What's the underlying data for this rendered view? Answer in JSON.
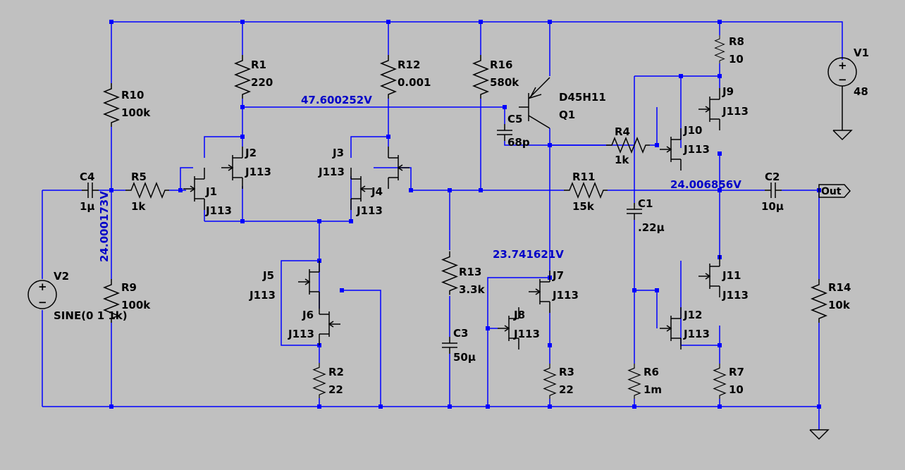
{
  "colors": {
    "background": "#c0c0c0",
    "wire": "#0000ff",
    "component": "#000000",
    "voltage_label": "#0000c8"
  },
  "components": {
    "R1": {
      "ref": "R1",
      "value": "220"
    },
    "R2": {
      "ref": "R2",
      "value": "22"
    },
    "R3": {
      "ref": "R3",
      "value": "22"
    },
    "R4": {
      "ref": "R4",
      "value": "1k"
    },
    "R5": {
      "ref": "R5",
      "value": "1k"
    },
    "R6": {
      "ref": "R6",
      "value": "1m"
    },
    "R7": {
      "ref": "R7",
      "value": "10"
    },
    "R8": {
      "ref": "R8",
      "value": "10"
    },
    "R9": {
      "ref": "R9",
      "value": "100k"
    },
    "R10": {
      "ref": "R10",
      "value": "100k"
    },
    "R11": {
      "ref": "R11",
      "value": "15k"
    },
    "R12": {
      "ref": "R12",
      "value": "0.001"
    },
    "R13": {
      "ref": "R13",
      "value": "3.3k"
    },
    "R14": {
      "ref": "R14",
      "value": "10k"
    },
    "R16": {
      "ref": "R16",
      "value": "580k"
    },
    "C1": {
      "ref": "C1",
      "value": ".22µ"
    },
    "C2": {
      "ref": "C2",
      "value": "10µ"
    },
    "C3": {
      "ref": "C3",
      "value": "50µ"
    },
    "C4": {
      "ref": "C4",
      "value": "1µ"
    },
    "C5": {
      "ref": "C5",
      "value": "68p"
    },
    "V1": {
      "ref": "V1",
      "value": "48"
    },
    "V2": {
      "ref": "V2",
      "value": "SINE(0 1 1k)"
    },
    "Q1": {
      "ref": "Q1",
      "value": "D45H11"
    },
    "J1": {
      "ref": "J1",
      "value": "J113"
    },
    "J2": {
      "ref": "J2",
      "value": "J113"
    },
    "J3": {
      "ref": "J3",
      "value": "J113"
    },
    "J4": {
      "ref": "J4",
      "value": "J113"
    },
    "J5": {
      "ref": "J5",
      "value": "J113"
    },
    "J6": {
      "ref": "J6",
      "value": "J113"
    },
    "J7": {
      "ref": "J7",
      "value": "J113"
    },
    "J8": {
      "ref": "J8",
      "value": "J113"
    },
    "J9": {
      "ref": "J9",
      "value": "J113"
    },
    "J10": {
      "ref": "J10",
      "value": "J113"
    },
    "J11": {
      "ref": "J11",
      "value": "J113"
    },
    "J12": {
      "ref": "J12",
      "value": "J113"
    }
  },
  "node_voltages": {
    "bias": "47.600252V",
    "input": "24.000173V",
    "vas": "23.741621V",
    "output": "24.006856V"
  },
  "net_labels": {
    "out": "Out"
  },
  "source_polarity": {
    "plus": "+",
    "minus": "−"
  }
}
